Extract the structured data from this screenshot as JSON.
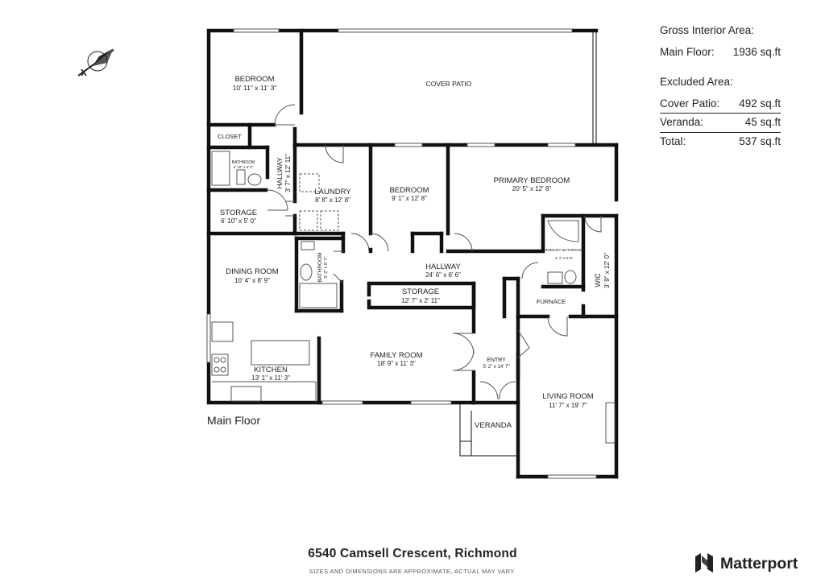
{
  "rooms": [
    {
      "name": "BEDROOM",
      "dim": "10' 11\" x 11' 3\""
    },
    {
      "name": "COVER PATIO",
      "dim": ""
    },
    {
      "name": "CLOSET",
      "dim": ""
    },
    {
      "name": "BATHROOM",
      "dim": "6' 10\" x 5' 0\""
    },
    {
      "name": "HALLWAY",
      "dim": "3' 7\" x 12' 11\""
    },
    {
      "name": "STORAGE",
      "dim": "6' 10\" x 5' 0\""
    },
    {
      "name": "LAUNDRY",
      "dim": "8' 8\" x 12' 8\""
    },
    {
      "name": "BEDROOM",
      "dim": "9' 1\" x 12' 8\""
    },
    {
      "name": "PRIMARY BEDROOM",
      "dim": "20' 5\" x 12' 8\""
    },
    {
      "name": "PRIMARY BATHROOM",
      "dim": "4' 4\" x 8' 6\""
    },
    {
      "name": "WIC",
      "dim": "3' 9\" x 12' 0\""
    },
    {
      "name": "DINING ROOM",
      "dim": "10' 4\" x 8' 9\""
    },
    {
      "name": "BATHROOM",
      "dim": "5' 2\" x 8' 7\""
    },
    {
      "name": "HALLWAY",
      "dim": "24' 6\" x 6' 6\""
    },
    {
      "name": "STORAGE",
      "dim": "12' 7\" x 2' 11\""
    },
    {
      "name": "FURNACE",
      "dim": ""
    },
    {
      "name": "FAMILY ROOM",
      "dim": "18' 9\" x 11' 3\""
    },
    {
      "name": "ENTRY",
      "dim": "5' 2\" x 14' 7\""
    },
    {
      "name": "KITCHEN",
      "dim": "13' 1\" x 11' 3\""
    },
    {
      "name": "LIVING ROOM",
      "dim": "11' 7\" x 19' 7\""
    },
    {
      "name": "VERANDA",
      "dim": ""
    }
  ],
  "areas": {
    "gross_title": "Gross Interior Area:",
    "main_label": "Main Floor:",
    "main_value": "1936 sq.ft",
    "excluded_title": "Excluded Area:",
    "patio_label": "Cover Patio:",
    "patio_value": "492 sq.ft",
    "veranda_label": "Veranda:",
    "veranda_value": "45 sq.ft",
    "total_label": "Total:",
    "total_value": "537 sq.ft"
  },
  "floor_label": "Main Floor",
  "address": "6540 Camsell Crescent, Richmond",
  "disclaimer": "SIZES AND DIMENSIONS ARE APPROXIMATE, ACTUAL MAY VARY.",
  "brand": "Matterport",
  "icons": [
    "compass-icon",
    "matterport-logo-icon"
  ],
  "colors": {
    "wall": "#111111",
    "fixture": "#555555",
    "text": "#222222"
  }
}
